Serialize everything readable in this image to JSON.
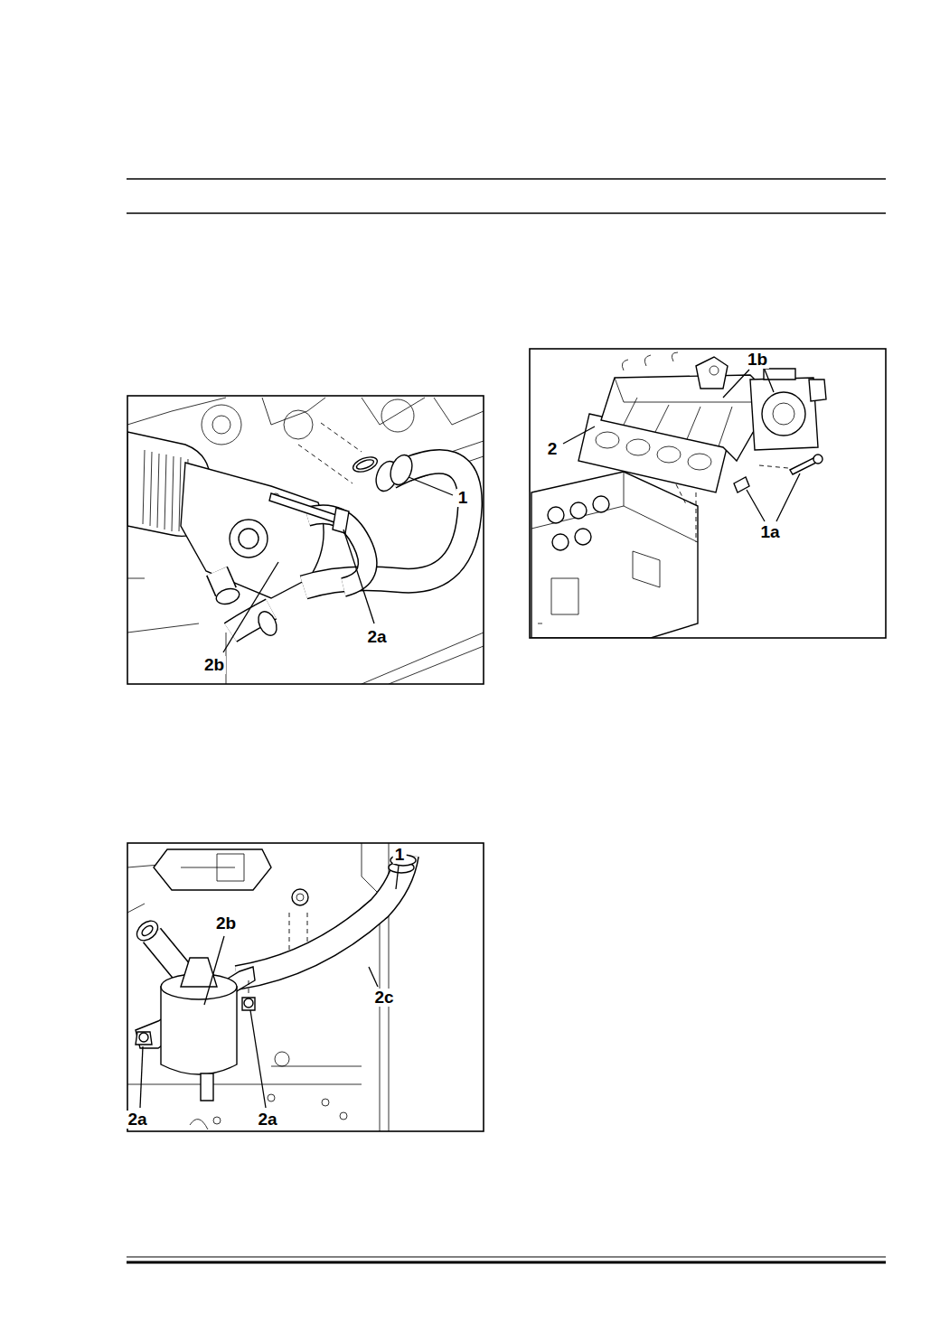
{
  "diagram": {
    "labels": [
      "1",
      "2a",
      "2b",
      "1",
      "2b",
      "2c",
      "2a",
      "2a",
      "1b",
      "2",
      "1a"
    ]
  }
}
